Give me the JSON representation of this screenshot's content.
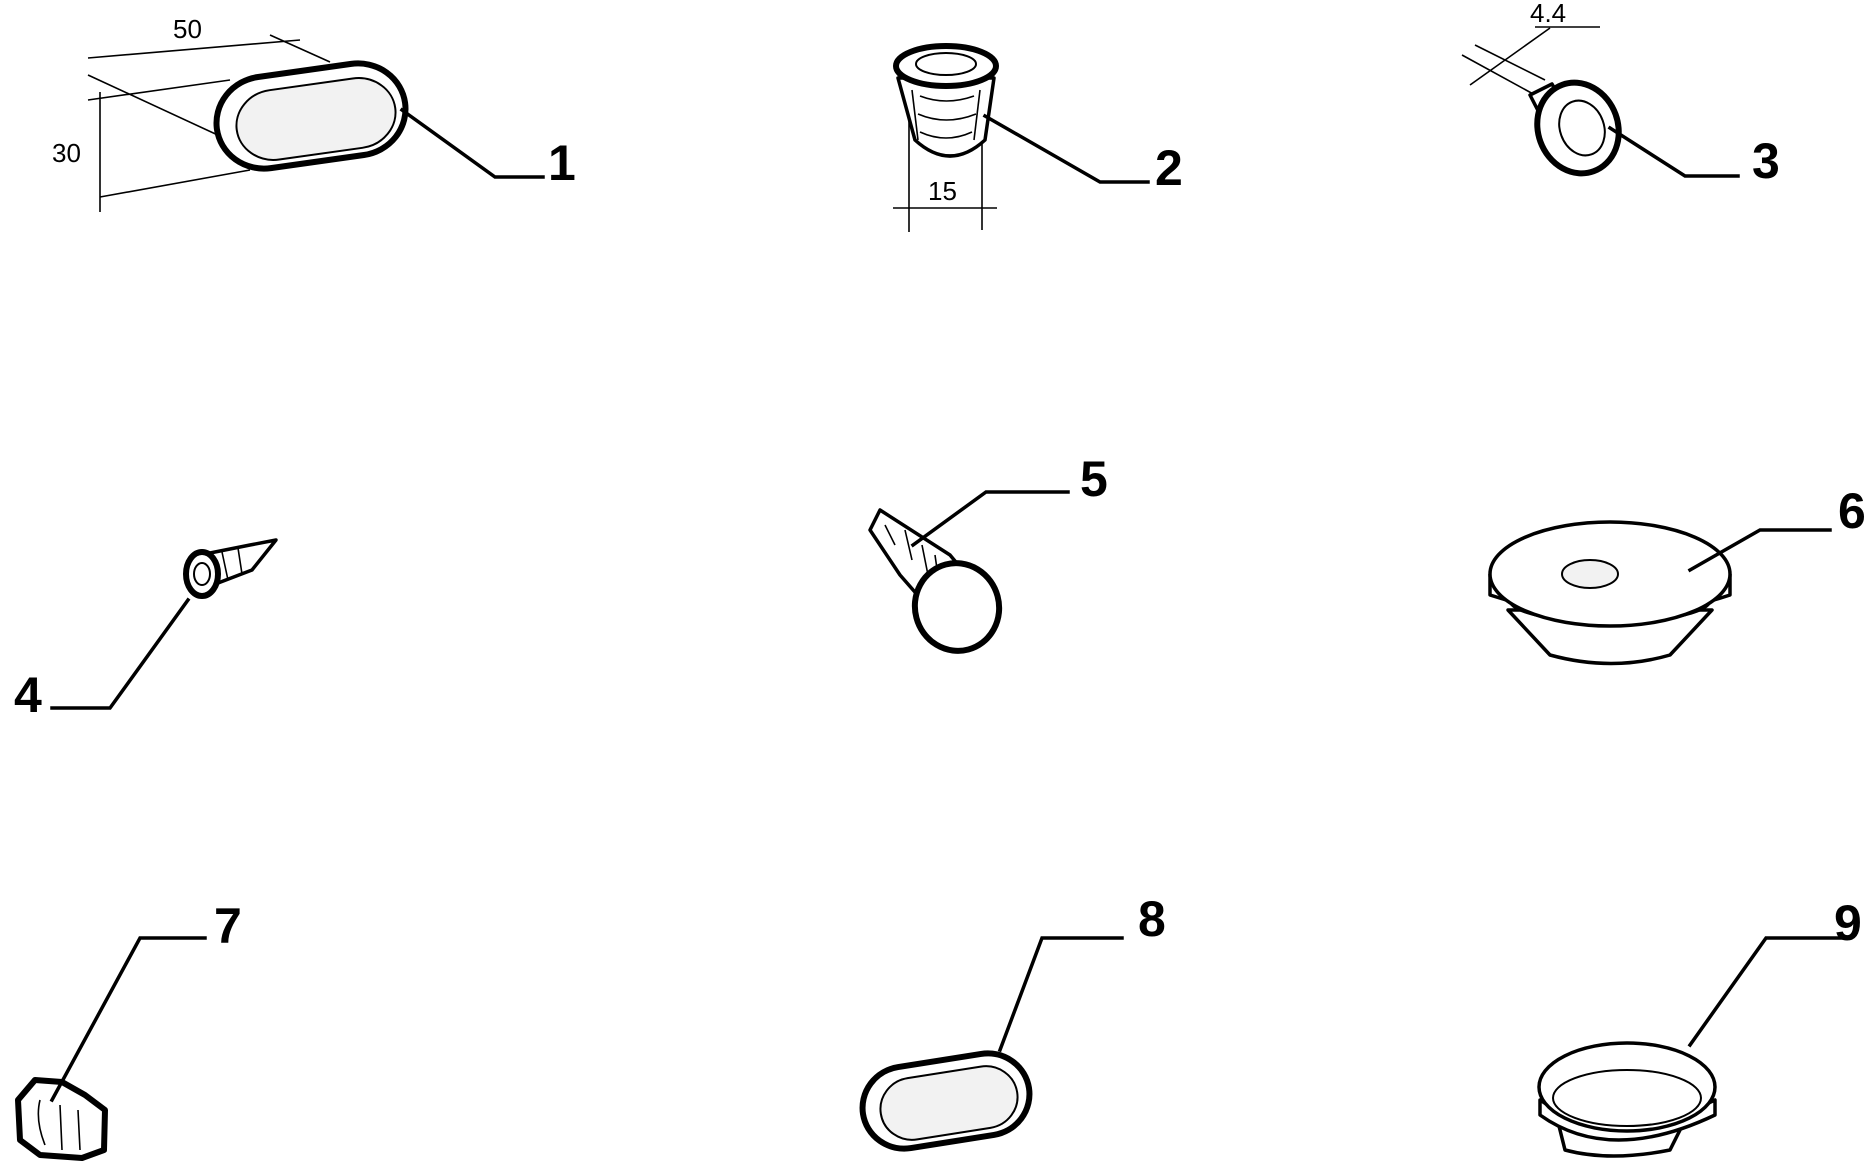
{
  "parts": [
    {
      "id": "part-1",
      "label": "1"
    },
    {
      "id": "part-2",
      "label": "2"
    },
    {
      "id": "part-3",
      "label": "3"
    },
    {
      "id": "part-4",
      "label": "4"
    },
    {
      "id": "part-5",
      "label": "5"
    },
    {
      "id": "part-6",
      "label": "6"
    },
    {
      "id": "part-7",
      "label": "7"
    },
    {
      "id": "part-8",
      "label": "8"
    },
    {
      "id": "part-9",
      "label": "9"
    }
  ],
  "dimensions": {
    "part1_width": "50",
    "part1_height": "30",
    "part2_width": "15",
    "part3_width": "4.4"
  }
}
